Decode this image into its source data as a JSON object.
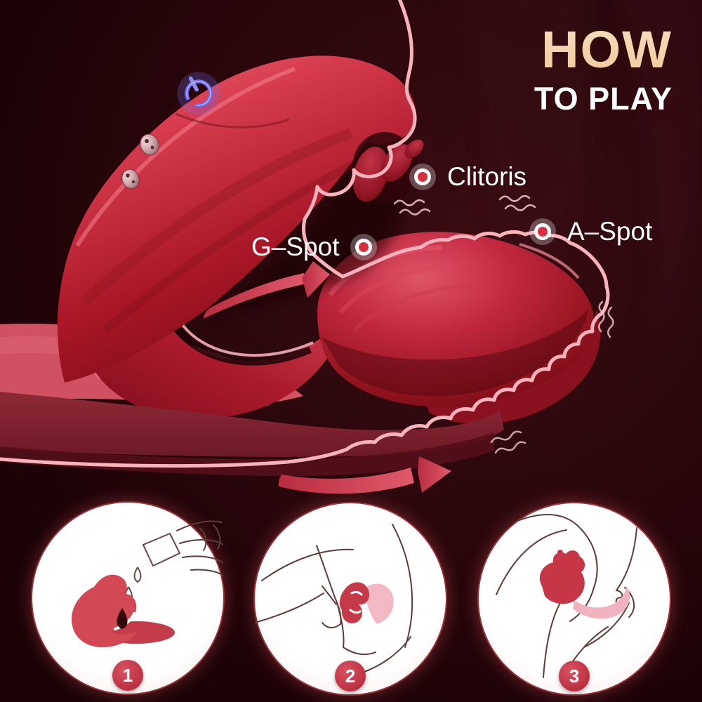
{
  "title": {
    "line1": "HOW",
    "line2": "TO PLAY"
  },
  "labels": {
    "clitoris": "Clitoris",
    "g_spot": "G–Spot",
    "a_spot": "A–Spot"
  },
  "steps": [
    {
      "number": "1"
    },
    {
      "number": "2"
    },
    {
      "number": "3"
    }
  ],
  "icons": {
    "power_button": "power-icon",
    "label_marker": "target-dot-icon",
    "vibration": "vibration-waves-icon",
    "motion_arrow": "curved-arrow-icon"
  },
  "colors": {
    "background": "#2a070b",
    "title_accent": "#f5cfa6",
    "title_secondary": "#ffffff",
    "product_red": "#c22840",
    "contour_pink": "#f8b3bc",
    "marker_red": "#d4303f",
    "step_badge_red": "#c03a4a"
  }
}
